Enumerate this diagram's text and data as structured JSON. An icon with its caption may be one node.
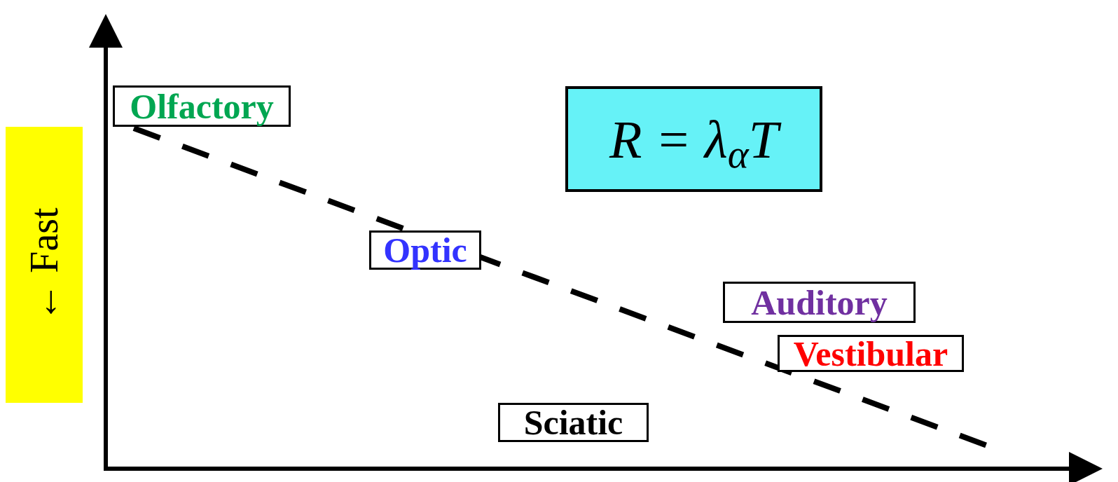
{
  "diagram": {
    "nodes": [
      {
        "text": [
          "Olfactory"
        ]
      },
      {
        "text": [
          "R = λ$_{α}$T"
        ]
      },
      {
        "text": [
          "← Fast"
        ]
      },
      {
        "text": [
          "Optic"
        ]
      },
      {
        "text": [
          "Auditory"
        ]
      },
      {
        "text": [
          "Vestibular"
        ]
      },
      {
        "text": [
          "Sciatic"
        ]
      }
    ],
    "edges": []
  }
}
